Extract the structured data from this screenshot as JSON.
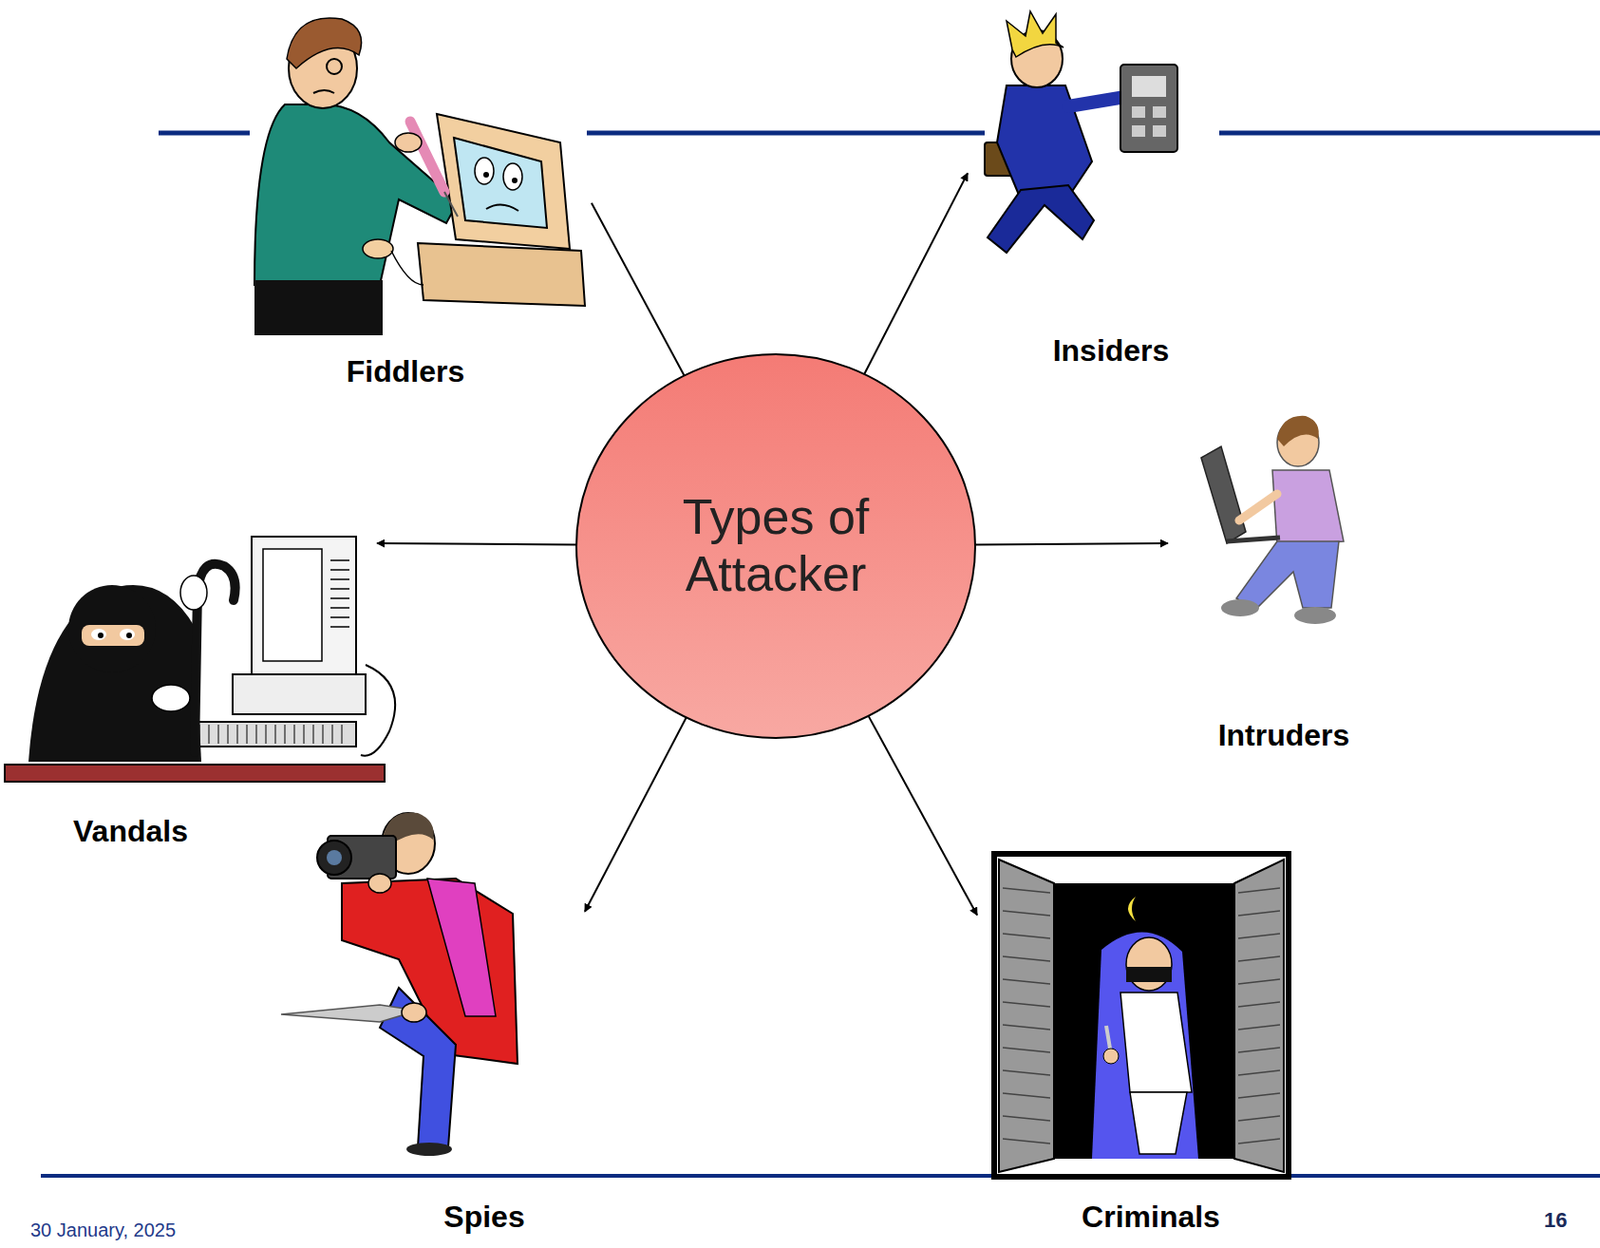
{
  "diagram": {
    "nodes": [
      {
        "text": [
          "Types of Attacker"
        ]
      },
      {
        "text": [
          "Fiddlers"
        ]
      },
      {
        "text": [
          "Insiders"
        ]
      },
      {
        "text": [
          "Vandals"
        ]
      },
      {
        "text": [
          "Intruders"
        ]
      },
      {
        "text": [
          "Spies"
        ]
      },
      {
        "text": [
          "Criminals"
        ]
      }
    ],
    "edges": [
      {
        "from": 0,
        "to": 1,
        "arrow": "none"
      },
      {
        "from": 0,
        "to": 2,
        "arrow": "to"
      },
      {
        "from": 0,
        "to": 3,
        "arrow": "to"
      },
      {
        "from": 0,
        "to": 4,
        "arrow": "to"
      },
      {
        "from": 0,
        "to": 5,
        "arrow": "to"
      },
      {
        "from": 0,
        "to": 6,
        "arrow": "to"
      }
    ],
    "labels": [
      "16",
      "30 January, 2025"
    ]
  }
}
